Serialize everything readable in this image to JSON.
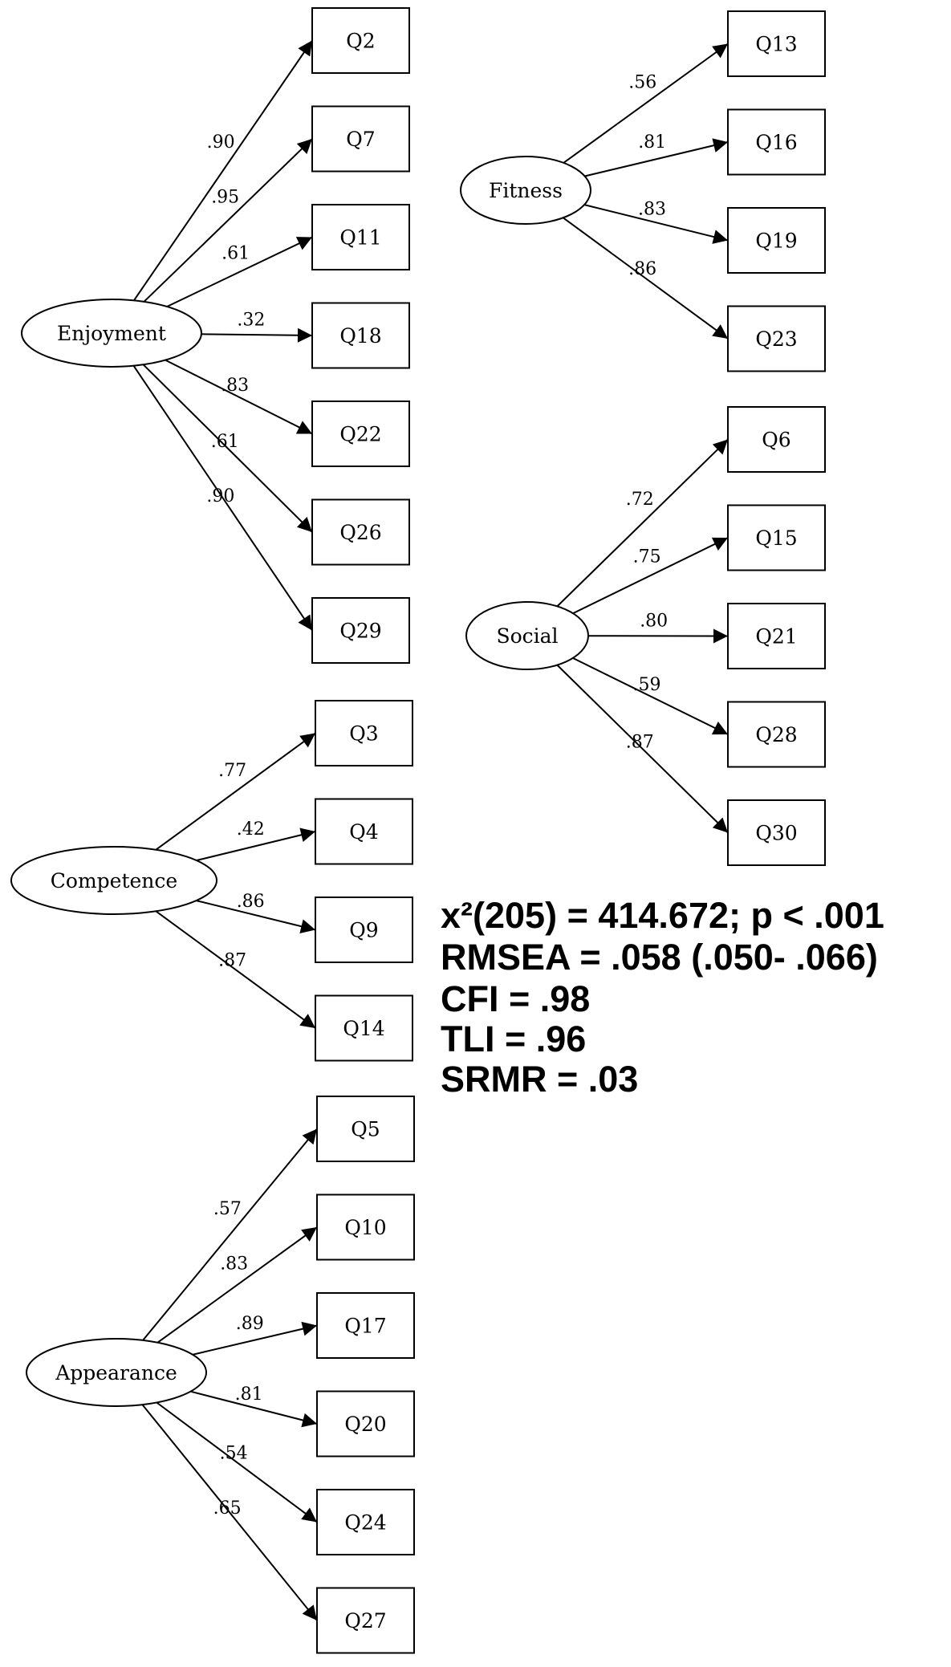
{
  "factors": [
    {
      "id": "enjoyment",
      "name": "Enjoyment",
      "indicators": [
        {
          "name": "Q2",
          "loading": ".90"
        },
        {
          "name": "Q7",
          "loading": ".95"
        },
        {
          "name": "Q11",
          "loading": ".61"
        },
        {
          "name": "Q18",
          "loading": ".32"
        },
        {
          "name": "Q22",
          "loading": ".83"
        },
        {
          "name": "Q26",
          "loading": ".61"
        },
        {
          "name": "Q29",
          "loading": ".90"
        }
      ]
    },
    {
      "id": "fitness",
      "name": "Fitness",
      "indicators": [
        {
          "name": "Q13",
          "loading": ".56"
        },
        {
          "name": "Q16",
          "loading": ".81"
        },
        {
          "name": "Q19",
          "loading": ".83"
        },
        {
          "name": "Q23",
          "loading": ".86"
        }
      ]
    },
    {
      "id": "social",
      "name": "Social",
      "indicators": [
        {
          "name": "Q6",
          "loading": ".72"
        },
        {
          "name": "Q15",
          "loading": ".75"
        },
        {
          "name": "Q21",
          "loading": ".80"
        },
        {
          "name": "Q28",
          "loading": ".59"
        },
        {
          "name": "Q30",
          "loading": ".87"
        }
      ]
    },
    {
      "id": "competence",
      "name": "Competence",
      "indicators": [
        {
          "name": "Q3",
          "loading": ".77"
        },
        {
          "name": "Q4",
          "loading": ".42"
        },
        {
          "name": "Q9",
          "loading": ".86"
        },
        {
          "name": "Q14",
          "loading": ".87"
        }
      ]
    },
    {
      "id": "appearance",
      "name": "Appearance",
      "indicators": [
        {
          "name": "Q5",
          "loading": ".57"
        },
        {
          "name": "Q10",
          "loading": ".83"
        },
        {
          "name": "Q17",
          "loading": ".89"
        },
        {
          "name": "Q20",
          "loading": ".81"
        },
        {
          "name": "Q24",
          "loading": ".54"
        },
        {
          "name": "Q27",
          "loading": ".65"
        }
      ]
    }
  ],
  "fit_statistics": {
    "chi_square": "x²(205) = 414.672; p < .001",
    "rmsea": "RMSEA = .058 (.050- .066)",
    "cfi": "CFI = .98",
    "tli": "TLI = .96",
    "srmr": "SRMR = .03"
  }
}
